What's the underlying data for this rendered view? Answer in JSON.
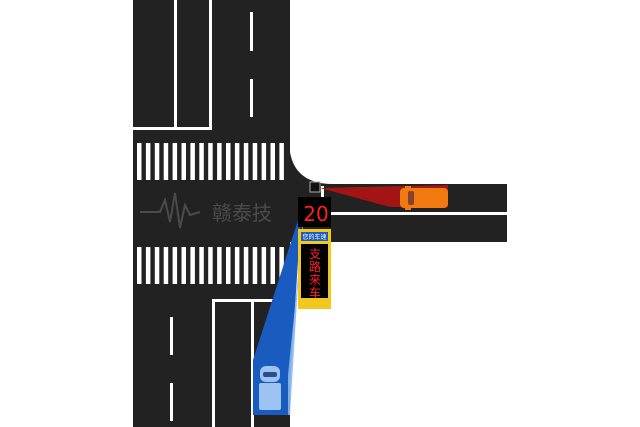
{
  "sign": {
    "speed_value": "20",
    "speed_label": "您的车速",
    "warning_text": [
      "支",
      "路",
      "来",
      "车"
    ]
  },
  "watermark": {
    "text": "赣泰技"
  },
  "colors": {
    "road": "#222222",
    "marking": "#ffffff",
    "main_vehicle_zone": "#1a5bbf",
    "main_vehicle": "#9cc3f2",
    "side_vehicle_zone": "#a31414",
    "side_vehicle": "#f07a10",
    "sign_frame": "#f2c81e",
    "led_text": "#ff2020"
  }
}
